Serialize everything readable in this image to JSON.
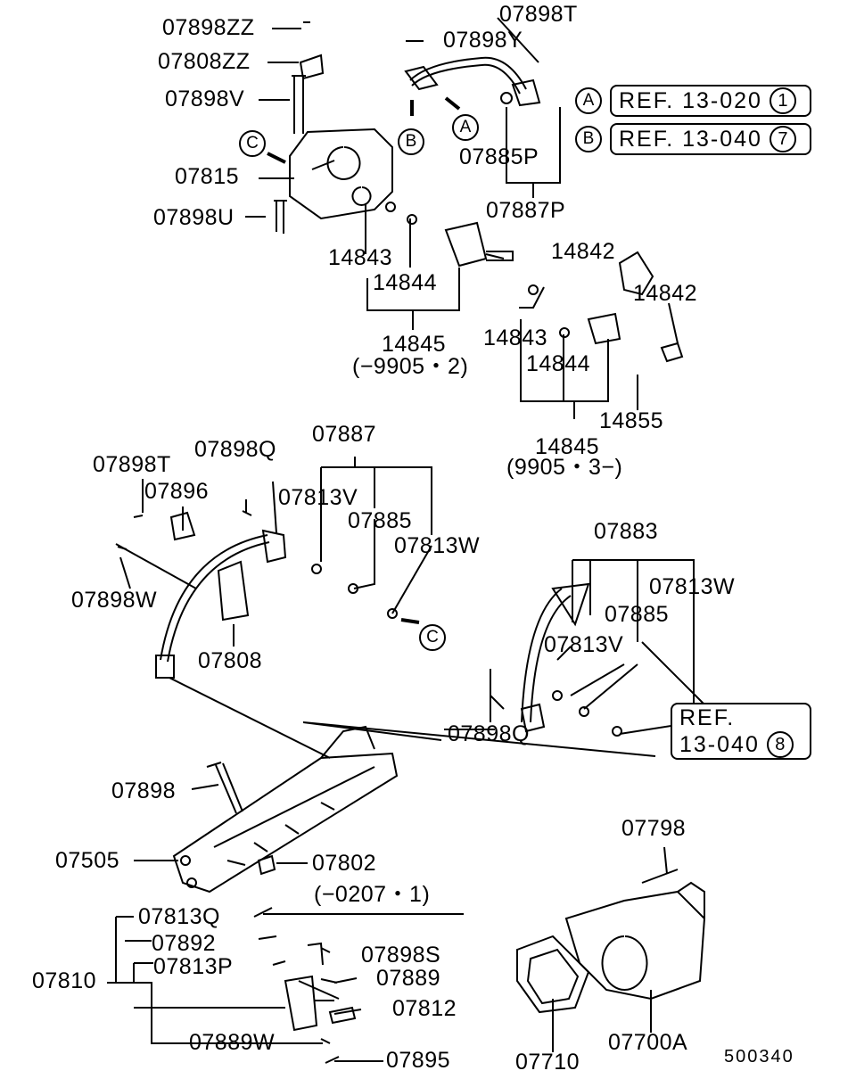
{
  "labels": [
    "07898ZZ",
    "07808ZZ",
    "07898V",
    "07815",
    "07898U",
    "07898T",
    "07898Y",
    "07885P",
    "07887P",
    "14843",
    "14844",
    "14842",
    "14845",
    "(−9905・2)",
    "14842",
    "14843",
    "14844",
    "14855",
    "14845",
    "(9905・3−)",
    "07887",
    "07898Q",
    "07898T",
    "07896",
    "07813V",
    "07885",
    "07813W",
    "07898W",
    "07808",
    "07883",
    "07813W",
    "07885",
    "07813V",
    "07898Q",
    "07898",
    "07505",
    "07802",
    "(−0207・1)",
    "07798",
    "07813Q",
    "07892",
    "07813P",
    "07810",
    "07898S",
    "07889",
    "07812",
    "07889W",
    "07895",
    "07710",
    "07700A"
  ],
  "callouts": {
    "a": "A",
    "b": "B",
    "c": "C"
  },
  "refs": [
    {
      "marker": "A",
      "text": "REF. 13-020",
      "num": "1"
    },
    {
      "marker": "B",
      "text": "REF. 13-040",
      "num": "7"
    }
  ],
  "ref_bottom": {
    "line1": "REF.",
    "line2": "13-040",
    "num": "8"
  },
  "diagram_code": "500340"
}
